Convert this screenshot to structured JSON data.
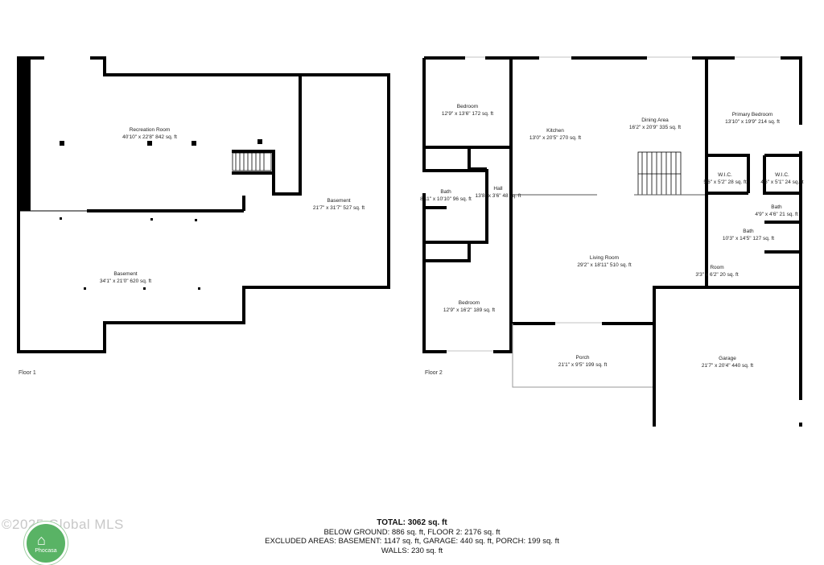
{
  "floors": [
    {
      "label": "Floor 1",
      "rooms": [
        {
          "name": "Recreation Room",
          "dims": "40'10\" x 22'8\" 842 sq. ft"
        },
        {
          "name": "Basement",
          "dims": "21'7\" x 31'7\" 527 sq. ft"
        },
        {
          "name": "Basement",
          "dims": "34'1\" x 21'0\" 620 sq. ft"
        }
      ]
    },
    {
      "label": "Floor 2",
      "rooms": [
        {
          "name": "Bedroom",
          "dims": "12'9\" x 13'6\" 172 sq. ft"
        },
        {
          "name": "Kitchen",
          "dims": "13'0\" x 20'5\" 270 sq. ft"
        },
        {
          "name": "Dining Area",
          "dims": "16'2\" x 20'9\" 335 sq. ft"
        },
        {
          "name": "Primary Bedroom",
          "dims": "13'10\" x 19'9\" 214 sq. ft"
        },
        {
          "name": "W.I.C.",
          "dims": "5'6\" x 5'2\" 28 sq. ft"
        },
        {
          "name": "W.I.C.",
          "dims": "4'6\" x 5'1\" 24 sq. ft"
        },
        {
          "name": "Bath",
          "dims": "8'11\" x 10'10\" 96 sq. ft"
        },
        {
          "name": "Hall",
          "dims": "13'8\" x 3'6\" 48 sq. ft"
        },
        {
          "name": "Bath",
          "dims": "4'9\" x 4'6\" 21 sq. ft"
        },
        {
          "name": "Bath",
          "dims": "10'3\" x 14'5\" 127 sq. ft"
        },
        {
          "name": "Living Room",
          "dims": "29'2\" x 18'11\" 510 sq. ft"
        },
        {
          "name": "Room",
          "dims": "3'3\" x 6'2\" 20 sq. ft"
        },
        {
          "name": "Bedroom",
          "dims": "12'9\" x 16'2\" 189 sq. ft"
        },
        {
          "name": "Porch",
          "dims": "21'1\" x 9'5\" 199 sq. ft"
        },
        {
          "name": "Garage",
          "dims": "21'7\" x 20'4\" 440 sq. ft"
        }
      ]
    }
  ],
  "summary": {
    "total": "TOTAL: 3062 sq. ft",
    "below_ground": "BELOW GROUND: 886 sq. ft, FLOOR 2: 2176 sq. ft",
    "excluded": "EXCLUDED AREAS: BASEMENT: 1147 sq. ft, GARAGE: 440 sq. ft, PORCH: 199 sq. ft",
    "walls": "WALLS: 230 sq. ft"
  },
  "watermark": "©2025 Global MLS",
  "logo_text": "Phocasa",
  "colors": {
    "wall": "#000000",
    "logo": "#59b365",
    "watermark": "#c8c8c8"
  }
}
